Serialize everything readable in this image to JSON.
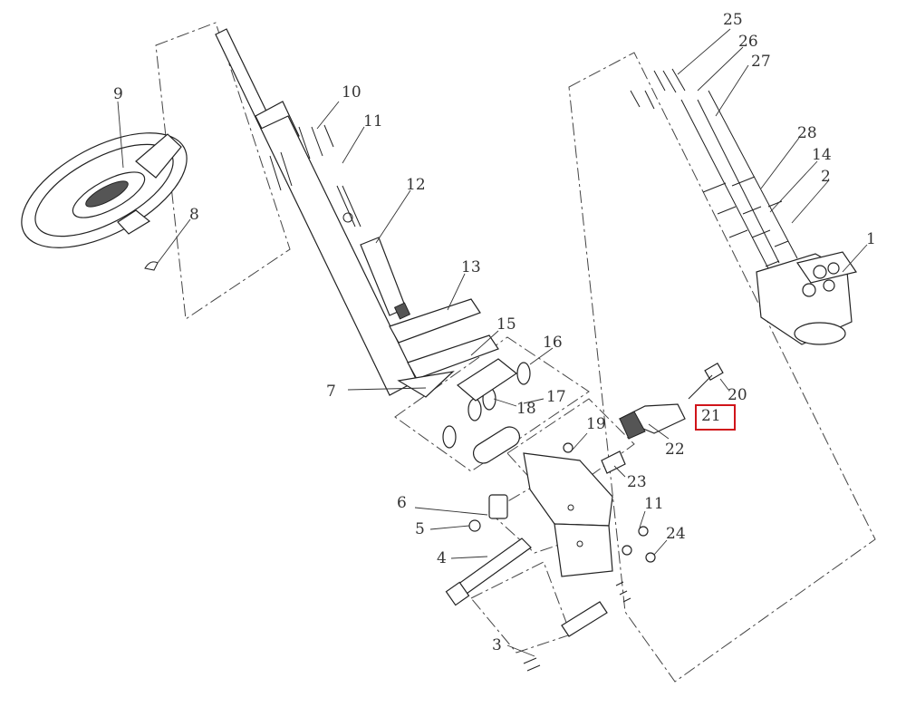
{
  "labels": {
    "l1": "1",
    "l2": "2",
    "l3": "3",
    "l4": "4",
    "l5": "5",
    "l6": "6",
    "l7": "7",
    "l8": "8",
    "l9": "9",
    "l10": "10",
    "l11a": "11",
    "l11b": "11",
    "l12": "12",
    "l13": "13",
    "l14": "14",
    "l15": "15",
    "l16": "16",
    "l17": "17",
    "l18": "18",
    "l19": "19",
    "l20": "20",
    "l21": "21",
    "l22": "22",
    "l23": "23",
    "l24": "24",
    "l25": "25",
    "l26": "26",
    "l27": "27",
    "l28": "28"
  },
  "highlight": {
    "label_key": "l21",
    "color": "#d0141a"
  },
  "icons": [
    "steering-wheel",
    "steering-column",
    "steering-control-unit",
    "mounting-bracket",
    "bolt",
    "nut",
    "washer"
  ]
}
